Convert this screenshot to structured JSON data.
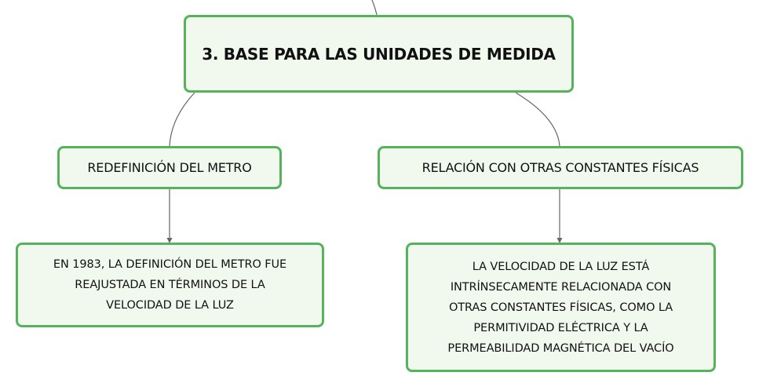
{
  "map": {
    "central": {
      "title": "3. BASE PARA LAS UNIDADES DE MEDIDA"
    },
    "branches": [
      {
        "label": "REDEFINICIÓN DEL METRO",
        "detail_lines": [
          "EN 1983, LA DEFINICIÓN DEL METRO FUE",
          "REAJUSTADA EN TÉRMINOS DE LA",
          "VELOCIDAD DE LA LUZ"
        ]
      },
      {
        "label": "RELACIÓN CON OTRAS CONSTANTES FÍSICAS",
        "detail_lines": [
          "LA VELOCIDAD DE LA LUZ ESTÁ",
          "INTRÍNSECAMENTE RELACIONADA CON",
          "OTRAS CONSTANTES FÍSICAS, COMO LA",
          "PERMITIVIDAD ELÉCTRICA Y LA",
          "PERMEABILIDAD MAGNÉTICA DEL VACÍO"
        ]
      }
    ]
  },
  "colors": {
    "node_border": "#55b35c",
    "node_fill": "#f1f9ef",
    "connector": "#666666",
    "text": "#111111"
  }
}
